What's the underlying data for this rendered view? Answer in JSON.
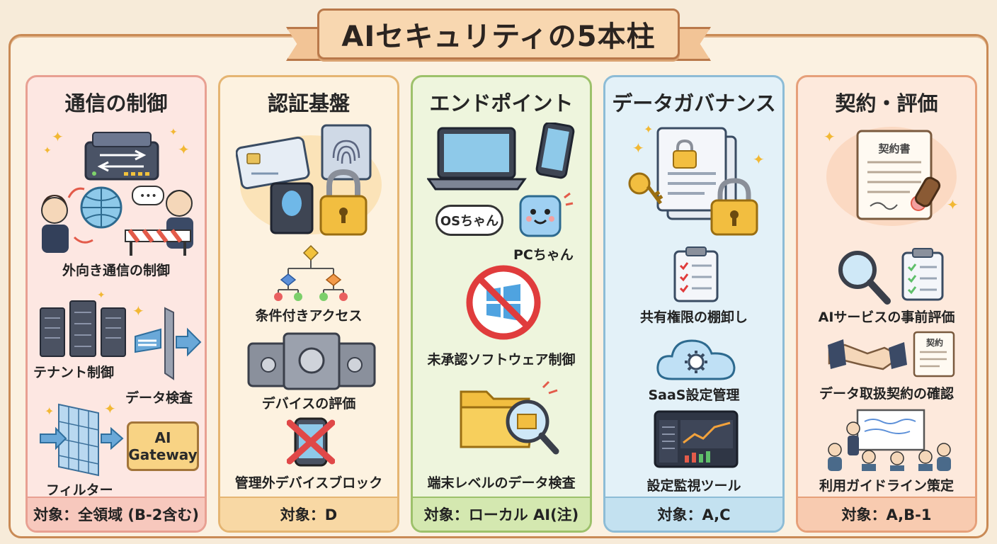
{
  "title": "AIセキュリティの5本柱",
  "columns": [
    {
      "title": "通信の制御",
      "items": [
        "外向き通信の制御",
        "テナント制御",
        "データ検査",
        "フィルター"
      ],
      "gateway_label": "AI\nGateway",
      "gateway_line1": "AI",
      "gateway_line2": "Gateway",
      "footer": "対象：全領域 (B-2含む)",
      "colors": {
        "bg": "#fde7e2",
        "border": "#e8a092",
        "footer": "#f7c8bd"
      }
    },
    {
      "title": "認証基盤",
      "items": [
        "条件付きアクセス",
        "デバイスの評価",
        "管理外デバイスブロック"
      ],
      "footer": "対象：D",
      "colors": {
        "bg": "#fdf2e0",
        "border": "#e5b572",
        "footer": "#f8d8a4"
      }
    },
    {
      "title": "エンドポイント",
      "items": [
        "未承認ソフトウェア制御",
        "端末レベルのデータ検査"
      ],
      "bubble": "OSちゃん",
      "mascot": "PCちゃん",
      "footer": "対象：ローカル AI(注)",
      "colors": {
        "bg": "#eef5dd",
        "border": "#9dc16b",
        "footer": "#d4e8b0"
      }
    },
    {
      "title": "データガバナンス",
      "items": [
        "共有権限の棚卸し",
        "SaaS設定管理",
        "設定監視ツール"
      ],
      "footer": "対象：A,C",
      "colors": {
        "bg": "#e3f1f8",
        "border": "#8dbcd6",
        "footer": "#c3e1f0"
      }
    },
    {
      "title": "契約・評価",
      "items": [
        "AIサービスの事前評価",
        "データ取扱契約の確認",
        "利用ガイドライン策定"
      ],
      "doc_title": "契約書",
      "small_doc": "契約",
      "footer": "対象：A,B-1",
      "colors": {
        "bg": "#fde9dc",
        "border": "#e6a07a",
        "footer": "#f8cbb0"
      }
    }
  ]
}
